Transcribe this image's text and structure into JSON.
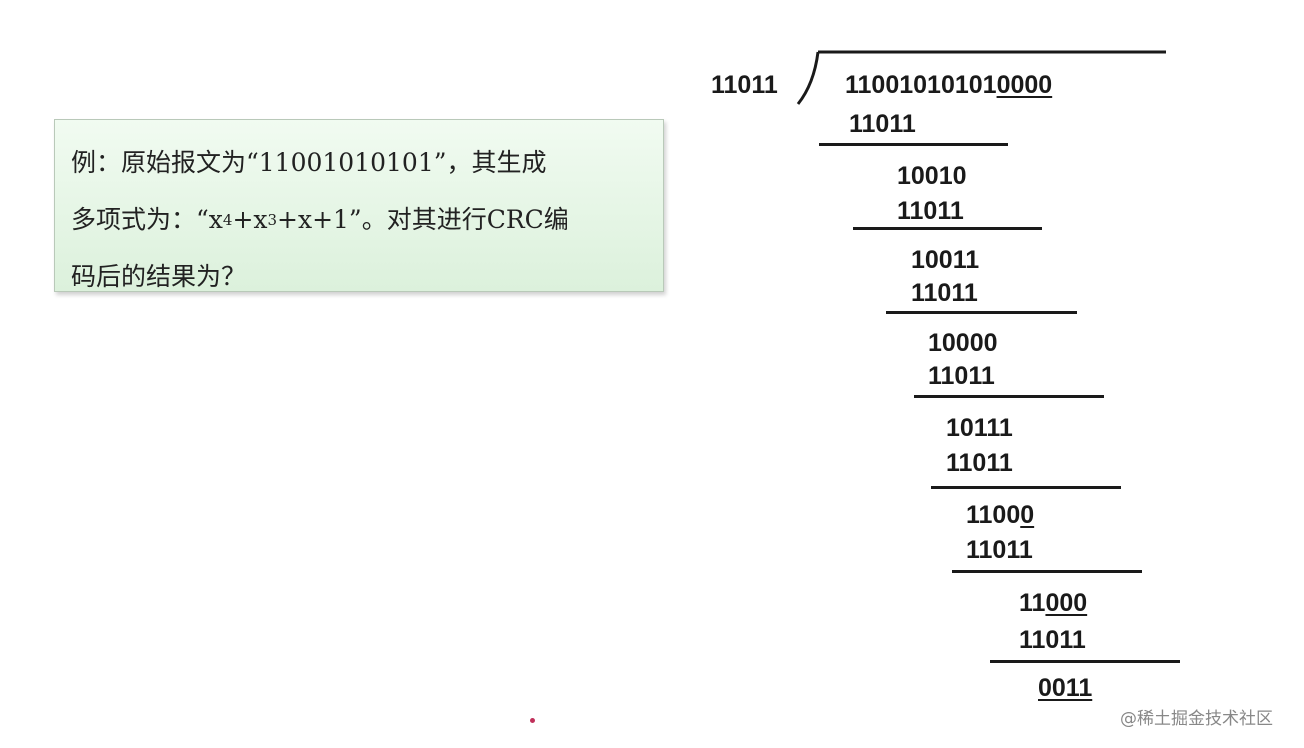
{
  "problem": {
    "line1": "例：原始报文为“11001010101”，其生成",
    "line2_prefix": "多项式为：“x",
    "line2_exp1": "4",
    "line2_mid": "+x",
    "line2_exp2": "3",
    "line2_suffix": "+x+1”。对其进行CRC编",
    "line3": "码后的结果为？"
  },
  "division": {
    "divisor": "11011",
    "dividend_message": "11001010101",
    "dividend_padding": "0000",
    "steps": [
      {
        "a": "11011"
      },
      {
        "a": "10010",
        "b": "11011"
      },
      {
        "a": "10011",
        "b": "11011"
      },
      {
        "a": "10000",
        "b": "11011"
      },
      {
        "a": "10111",
        "b": "11011"
      },
      {
        "a_head": "1100",
        "a_tail": "0",
        "b": "11011"
      },
      {
        "a_head": "11",
        "a_tail": "000",
        "b": "11011"
      }
    ],
    "remainder": "0011"
  },
  "watermark": "@稀土掘金技术社区"
}
